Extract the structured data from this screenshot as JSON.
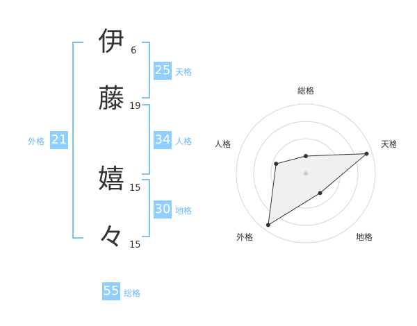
{
  "name": {
    "chars": [
      {
        "char": "伊",
        "strokes": "6"
      },
      {
        "char": "藤",
        "strokes": "19"
      },
      {
        "char": "嬉",
        "strokes": "15"
      },
      {
        "char": "々",
        "strokes": "15"
      }
    ]
  },
  "kaku": {
    "ten": {
      "value": "25",
      "label": "天格"
    },
    "jin": {
      "value": "34",
      "label": "人格"
    },
    "chi": {
      "value": "30",
      "label": "地格"
    },
    "gai": {
      "value": "21",
      "label": "外格"
    },
    "sou": {
      "value": "55",
      "label": "総格"
    }
  },
  "colors": {
    "accent": "#8fcfff",
    "bracket": "#7cc4f2",
    "label": "#6fb8ee"
  },
  "chart_data": {
    "type": "radar",
    "axes": [
      "総格",
      "天格",
      "地格",
      "外格",
      "人格"
    ],
    "values": [
      0.25,
      0.92,
      0.35,
      0.92,
      0.45
    ],
    "range": [
      0,
      1
    ],
    "grid_rings": 4,
    "grid": true
  }
}
